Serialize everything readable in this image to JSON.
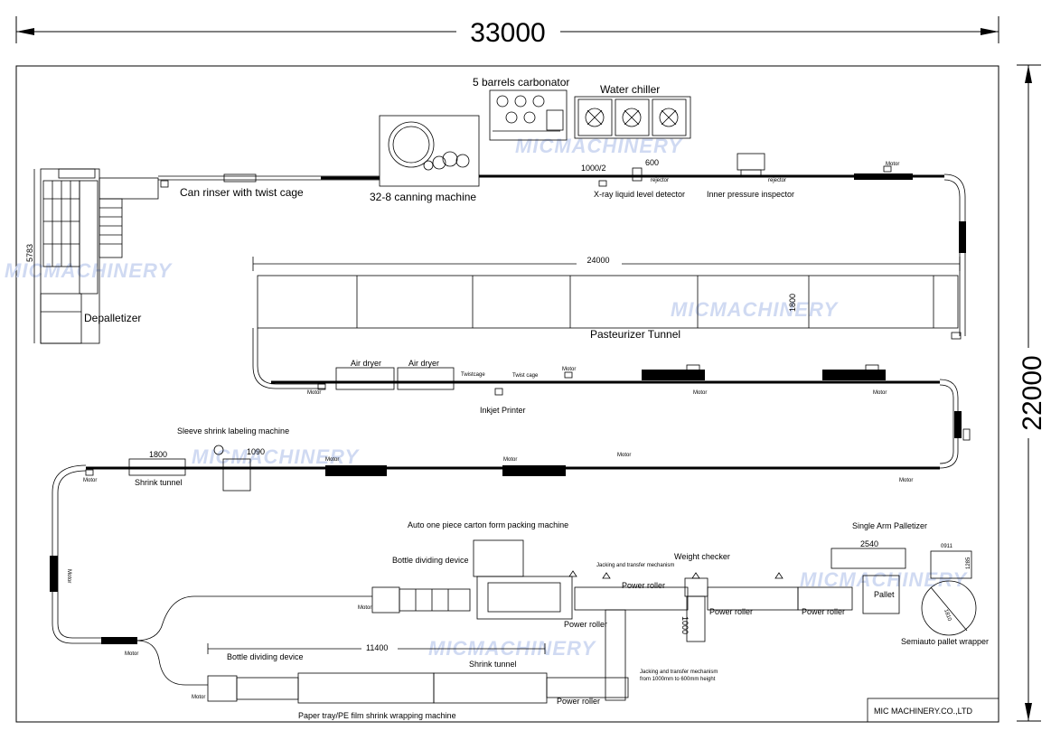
{
  "dimensions": {
    "width_total": "33000",
    "height_total": "22000",
    "depalletizer_height": "5783",
    "pasteurizer_length": "24000",
    "pasteurizer_width": "1800",
    "shrink_tunnel_top_length": "1800",
    "labeler_length": "1090",
    "level_detector_length": "1000/2",
    "level_detector_offset": "600",
    "shrink_wrap_length": "11400",
    "palletizer_width": "2540",
    "wrapper_width": "0911",
    "wrapper_height": "1285",
    "wrapper_diameter": "1810",
    "jacking_height": "1000"
  },
  "machines": {
    "carbonator": "5 barrels carbonator",
    "water_chiller": "Water chiller",
    "canning_machine": "32-8 canning machine",
    "can_rinser": "Can rinser with twist cage",
    "depalletizer": "Depalletizer",
    "xray_detector": "X-ray liquid level detector",
    "inner_pressure": "Inner pressure inspector",
    "pasteurizer": "Pasteurizer Tunnel",
    "air_dryer_1": "Air dryer",
    "air_dryer_2": "Air dryer",
    "twist_cage_1": "Twistcage",
    "twist_cage_2": "Twist cage",
    "inkjet_printer": "Inkjet Printer",
    "sleeve_labeler": "Sleeve shrink labeling machine",
    "shrink_tunnel_top": "Shrink tunnel",
    "carton_packer": "Auto one piece carton form packing machine",
    "bottle_dividing_1": "Bottle dividing device",
    "jacking_1": "Jacking and transfer mechanism",
    "weight_checker": "Weight checker",
    "power_roller_1": "Power roller",
    "power_roller_2": "Power roller",
    "power_roller_3": "Power roller",
    "power_roller_4": "Power roller",
    "power_roller_5": "Power roller",
    "single_arm_palletizer": "Single Arm Palletizer",
    "pallet": "Pallet",
    "pallet_wrapper": "Semiauto pallet wrapper",
    "bottle_dividing_2": "Bottle dividing device",
    "shrink_tunnel_bottom": "Shrink tunnel",
    "jacking_2": "Jacking and transfer mechanism",
    "jacking_2_note": "from 1000mm to 600mm height",
    "shrink_wrapper": "Paper tray/PE film shrink wrapping machine"
  },
  "small_labels": {
    "motor": "Motor",
    "rejector": "rejector"
  },
  "watermark": "MICMACHINERY",
  "company": "MIC MACHINERY.CO.,LTD"
}
